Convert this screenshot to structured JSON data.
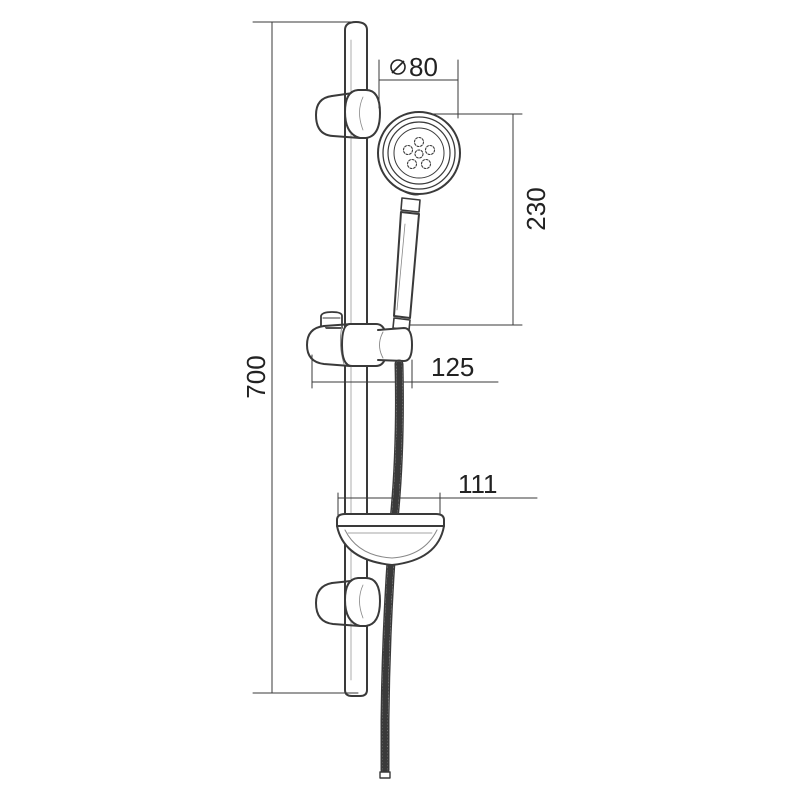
{
  "diagram": {
    "colors": {
      "line": "#3a3a3a",
      "dimension": "#3a3a3a",
      "background": "#ffffff"
    },
    "dimensions": {
      "total_height": "700",
      "head_diameter_symbol": "⊘",
      "head_diameter": "80",
      "handset_length": "230",
      "holder_projection": "125",
      "soap_dish_width": "111"
    },
    "icons": {
      "diameter": "diameter-symbol-icon"
    }
  }
}
